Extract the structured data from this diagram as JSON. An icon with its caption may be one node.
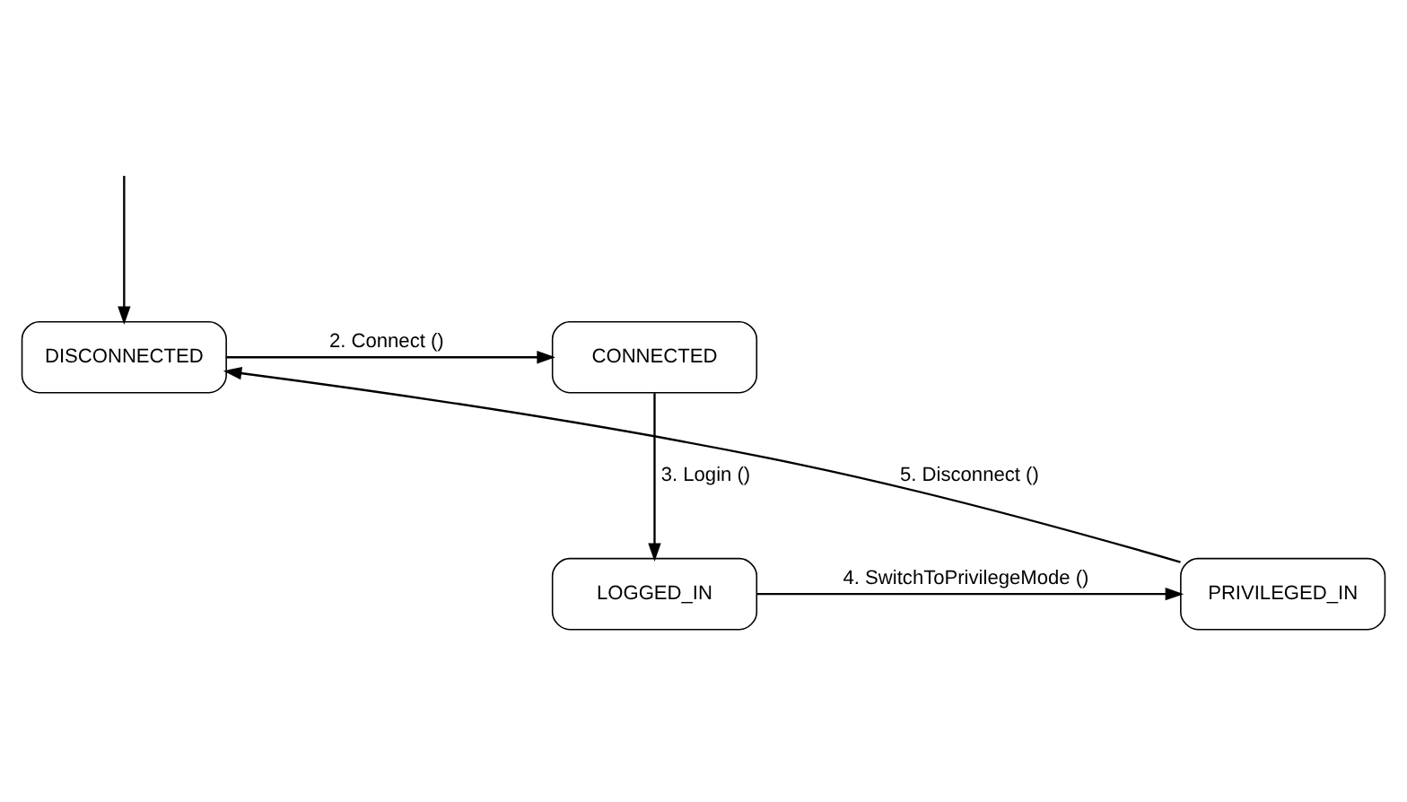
{
  "diagram": {
    "nodes": [
      {
        "text": [
          "DISCONNECTED"
        ]
      },
      {
        "text": [
          "CONNECTED"
        ]
      },
      {
        "text": [
          "PRIVILEGED_IN"
        ]
      },
      {
        "text": [
          "LOGGED_IN"
        ]
      }
    ],
    "edges": [
      {
        "from": null,
        "to": 0,
        "arrow": "to"
      },
      {
        "from": 0,
        "to": 1,
        "arrow": "to",
        "label": "2. Connect ()"
      },
      {
        "from": 1,
        "to": 3,
        "arrow": "to",
        "label": "3. Login ()"
      },
      {
        "from": 3,
        "to": 2,
        "arrow": "to",
        "label": "4. SwitchToPrivilegeMode ()"
      },
      {
        "from": 2,
        "to": 0,
        "arrow": "to",
        "label": "5. Disconnect ()"
      }
    ]
  }
}
